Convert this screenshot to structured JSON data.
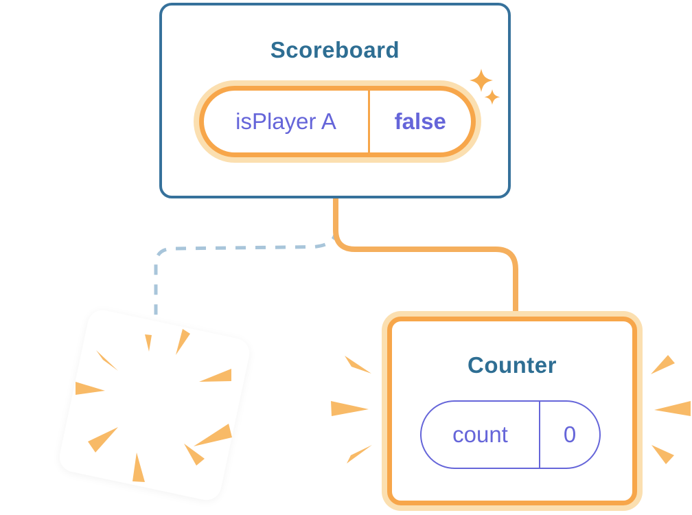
{
  "colors": {
    "card_border_blue": "#36719B",
    "component_title_teal": "#2E6E93",
    "state_text_purple": "#6565D9",
    "orange_stroke": "#F7A64A",
    "orange_glow": "#FBDFB0",
    "orange_line": "#F5AF5D",
    "dashed_line_blue": "#A8C5DA",
    "burst_orange": "#F8BA67",
    "sparkle_orange": "#F6AC4F"
  },
  "scoreboard": {
    "title": "Scoreboard",
    "state": {
      "name": "isPlayer A",
      "value": "false"
    }
  },
  "counter": {
    "title": "Counter",
    "state": {
      "name": "count",
      "value": "0"
    }
  }
}
